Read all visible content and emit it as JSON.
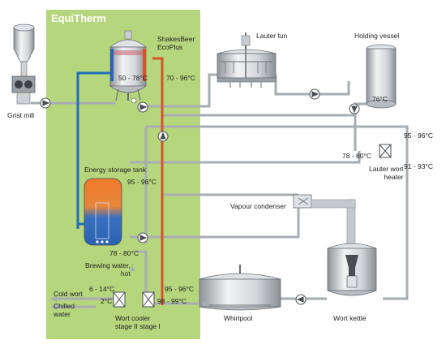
{
  "panel_title": "EquiTherm",
  "colors": {
    "panel": "#b5d67d",
    "pipe_grey": "#a7adb3",
    "pipe_blue": "#1f6fb8",
    "pipe_red": "#d2562a",
    "tank_top": "#f07a2c",
    "tank_bottom": "#2a63b3"
  },
  "labels": {
    "shakesbeer": "ShakesBeer\nEcoPlus",
    "temp_vessel": "50 - 78°C",
    "temp_70_96": "70 - 96°C",
    "lauter_tun": "Lauter tun",
    "holding_vessel": "Holding vessel",
    "temp_76": "76°C",
    "grist_mill": "Grist mill",
    "temp_95_96_right": "95 - 96°C",
    "temp_78_80_right": "78 - 80°C",
    "temp_91_93": "91 - 93°C",
    "lauter_wort_heater": "Lauter wort\nheater",
    "energy_storage_tank": "Energy storage tank",
    "temp_95_96_tank": "95 - 96°C",
    "vapour_condenser": "Vapour condenser",
    "temp_78_80_left": "78 - 80°C",
    "brewing_water_hot": "Brewing water,\nhot",
    "cold_wort": "Cold wort",
    "temp_6_14": "6 - 14°C",
    "chilled_water": "Chilled\nwater",
    "temp_2": "2°C",
    "temp_95_96_bottom": "95 - 96°C",
    "temp_98_99": "98 - 99°C",
    "wort_cooler": "Wort cooler\nstage II  stage I",
    "whirlpool": "Whirlpool",
    "wort_kettle": "Wort kettle"
  }
}
